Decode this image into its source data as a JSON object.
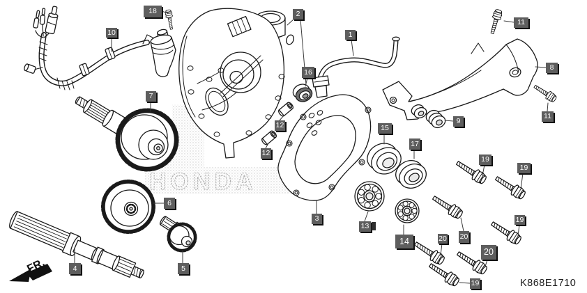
{
  "figure": {
    "code": "K868E1710",
    "direction_label": "FR.",
    "watermark": "HONDA"
  },
  "colors": {
    "line": "#1a1a1a",
    "callout_bg": "#5e5e5e",
    "callout_text": "#ffffff",
    "watermark": "#b0b0b0"
  },
  "callouts": [
    {
      "num": "18"
    },
    {
      "num": "10"
    },
    {
      "num": "2"
    },
    {
      "num": "1"
    },
    {
      "num": "11"
    },
    {
      "num": "8"
    },
    {
      "num": "16"
    },
    {
      "num": "7"
    },
    {
      "num": "12"
    },
    {
      "num": "12"
    },
    {
      "num": "9"
    },
    {
      "num": "15"
    },
    {
      "num": "17"
    },
    {
      "num": "11"
    },
    {
      "num": "19"
    },
    {
      "num": "19"
    },
    {
      "num": "13"
    },
    {
      "num": "14"
    },
    {
      "num": "19"
    },
    {
      "num": "20"
    },
    {
      "num": "20"
    },
    {
      "num": "20"
    },
    {
      "num": "19"
    },
    {
      "num": "3"
    },
    {
      "num": "4"
    },
    {
      "num": "5"
    },
    {
      "num": "6"
    }
  ]
}
